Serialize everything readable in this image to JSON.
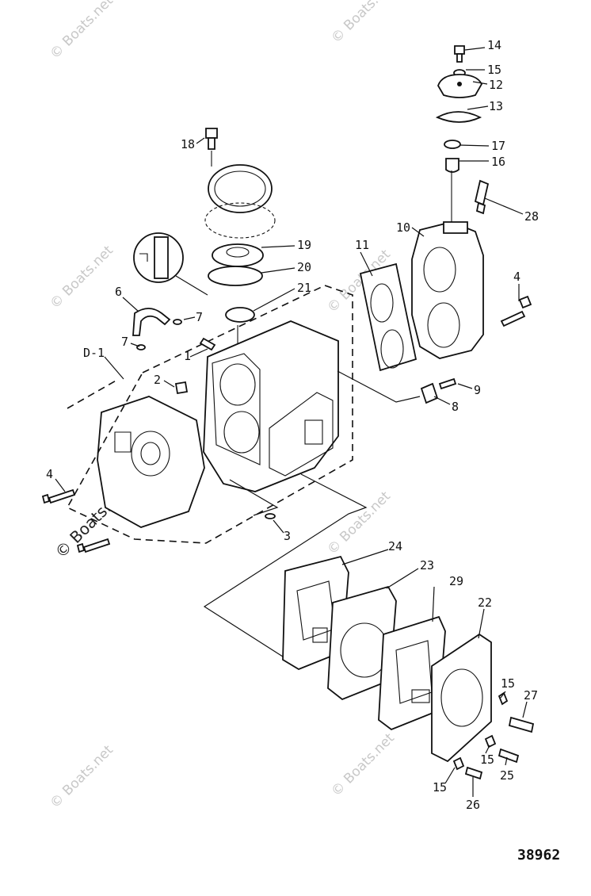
{
  "watermark": "© Boats.net",
  "figure_number": "38962",
  "callouts": [
    "14",
    "15",
    "12",
    "13",
    "17",
    "16",
    "28",
    "18",
    "19",
    "20",
    "21",
    "10",
    "11",
    "4",
    "6",
    "7",
    "7",
    "1",
    "D-1",
    "2",
    "9",
    "8",
    "4",
    "3",
    "24",
    "23",
    "29",
    "22",
    "15",
    "27",
    "15",
    "25",
    "15",
    "26"
  ]
}
